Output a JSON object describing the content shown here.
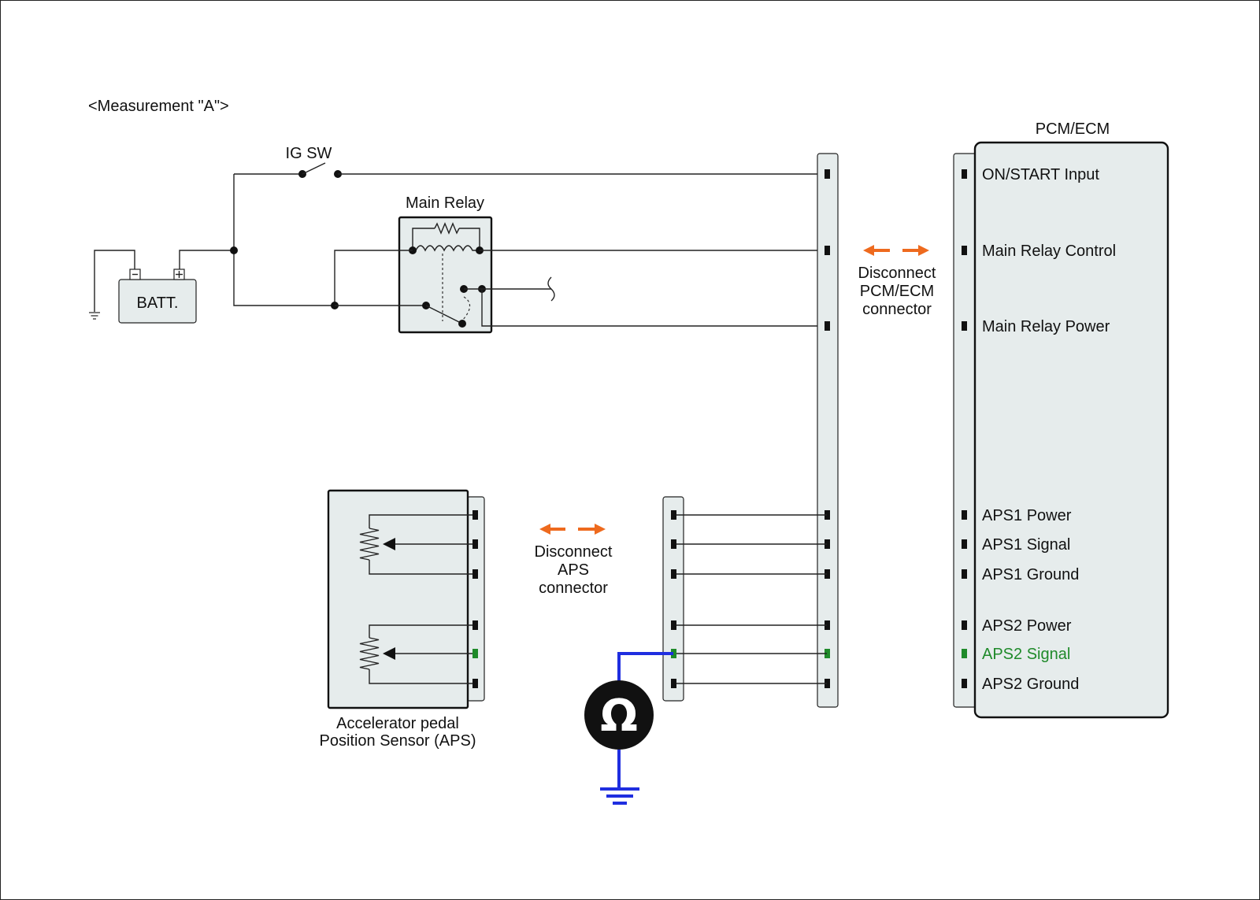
{
  "title": "<Measurement \"A\">",
  "components": {
    "battery": {
      "label": "BATT.",
      "neg": "-",
      "pos": "+"
    },
    "ig_switch": {
      "label": "IG SW"
    },
    "main_relay": {
      "label": "Main Relay"
    },
    "aps": {
      "label_line1": "Accelerator pedal",
      "label_line2": "Position Sensor (APS)"
    },
    "ohmmeter": {
      "symbol": "Ω"
    },
    "pcm": {
      "label": "PCM/ECM"
    }
  },
  "annotations": {
    "pcm_disconnect": [
      "Disconnect",
      "PCM/ECM",
      "connector"
    ],
    "aps_disconnect": [
      "Disconnect",
      "APS",
      "connector"
    ]
  },
  "pcm_pins": [
    {
      "label": "ON/START Input",
      "highlight": false
    },
    {
      "label": "Main Relay Control",
      "highlight": false
    },
    {
      "label": "Main Relay Power",
      "highlight": false
    },
    {
      "label": "APS1 Power",
      "highlight": false
    },
    {
      "label": "APS1 Signal",
      "highlight": false
    },
    {
      "label": "APS1 Ground",
      "highlight": false
    },
    {
      "label": "APS2 Power",
      "highlight": false
    },
    {
      "label": "APS2 Signal",
      "highlight": true
    },
    {
      "label": "APS2 Ground",
      "highlight": false
    }
  ],
  "colors": {
    "highlight": "#1f8a2a",
    "arrow": "#ee6a1e",
    "meter_lead": "#1f2ee0",
    "panel_fill": "#e6ecec"
  }
}
